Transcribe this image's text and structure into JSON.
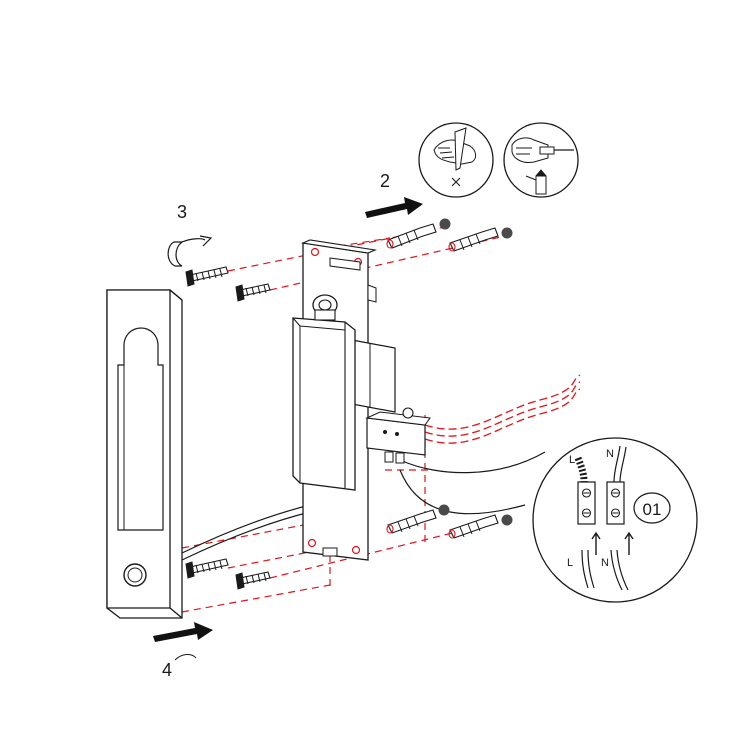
{
  "steps": {
    "step_2": "2",
    "step_3": "3",
    "step_4": "4"
  },
  "wiring_detail": {
    "top_label_live": "L",
    "top_label_neutral": "N",
    "bottom_label_live": "L",
    "bottom_label_neutral": "N",
    "terminal_badge": "01"
  },
  "tool_icons": [
    "mark-and-drill-icon",
    "screwdriver-icon"
  ],
  "colors": {
    "guide_line": "#e0141b",
    "outline": "#1a1a1a",
    "arrow": "#111111",
    "plate_fill": "#ffffff"
  }
}
